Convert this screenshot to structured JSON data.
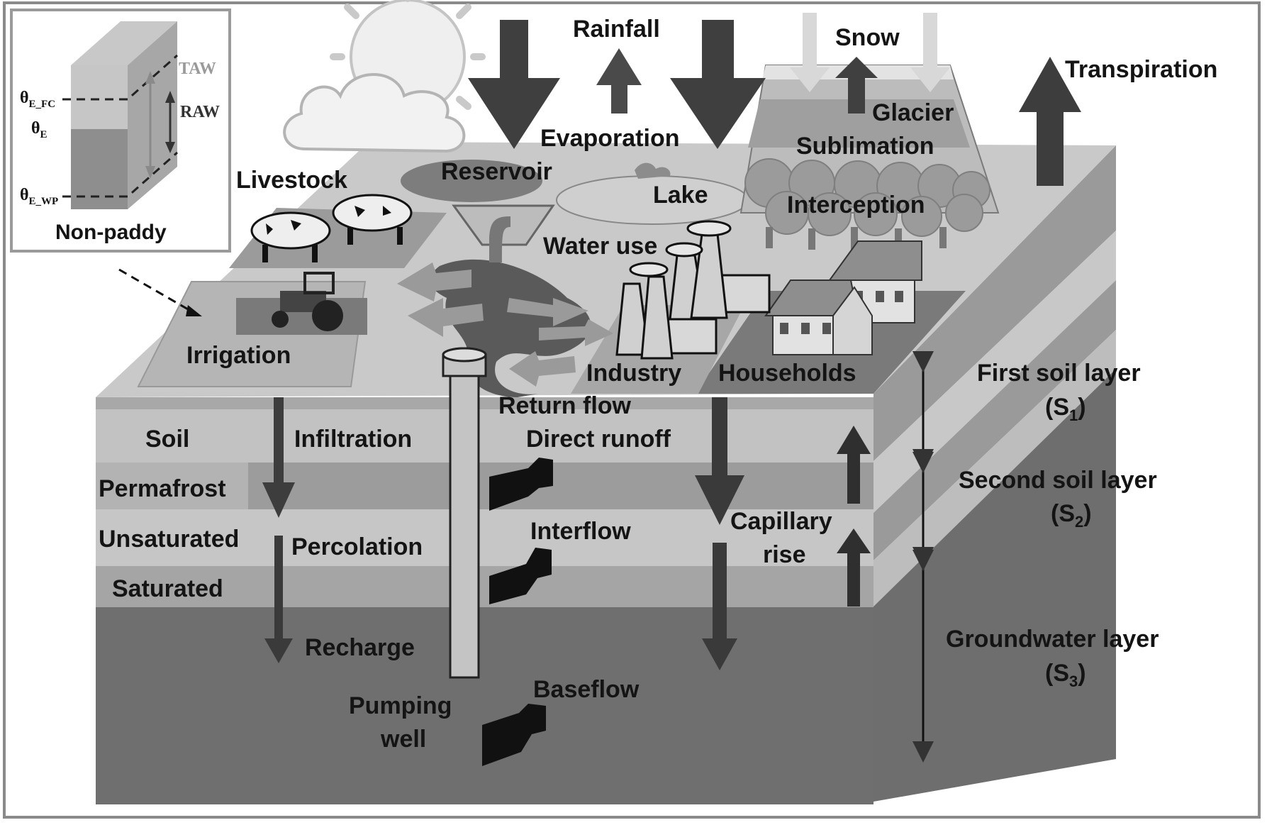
{
  "diagram": {
    "inset": {
      "title": "Non-paddy",
      "fc": "θ",
      "fc_sub": "E_FC",
      "theta": "θ",
      "theta_sub": "E",
      "wp": "θ",
      "wp_sub": "E_WP",
      "taw": "TAW",
      "raw": "RAW"
    },
    "atmosphere": {
      "rainfall": "Rainfall",
      "evaporation": "Evaporation",
      "snow": "Snow",
      "glacier": "Glacier",
      "sublimation": "Sublimation",
      "transpiration": "Transpiration",
      "interception": "Interception"
    },
    "surface": {
      "livestock": "Livestock",
      "reservoir": "Reservoir",
      "lake": "Lake",
      "water_use": "Water use",
      "irrigation": "Irrigation",
      "industry": "Industry",
      "households": "Households",
      "return_flow": "Return flow"
    },
    "subsurface": {
      "soil": "Soil",
      "permafrost": "Permafrost",
      "unsaturated": "Unsaturated",
      "saturated": "Saturated",
      "infiltration": "Infiltration",
      "percolation": "Percolation",
      "recharge": "Recharge",
      "pumping": "Pumping",
      "well": "well",
      "direct_runoff": "Direct runoff",
      "interflow": "Interflow",
      "baseflow": "Baseflow",
      "capillary": "Capillary",
      "rise": "rise"
    },
    "layers": {
      "first": "First soil layer",
      "first_sym": "(S",
      "first_sub": "1",
      "second": "Second soil layer",
      "second_sym": "(S",
      "second_sub": "2",
      "ground": "Groundwater layer",
      "ground_sym": "(S",
      "ground_sub": "3",
      "close": ")"
    }
  }
}
